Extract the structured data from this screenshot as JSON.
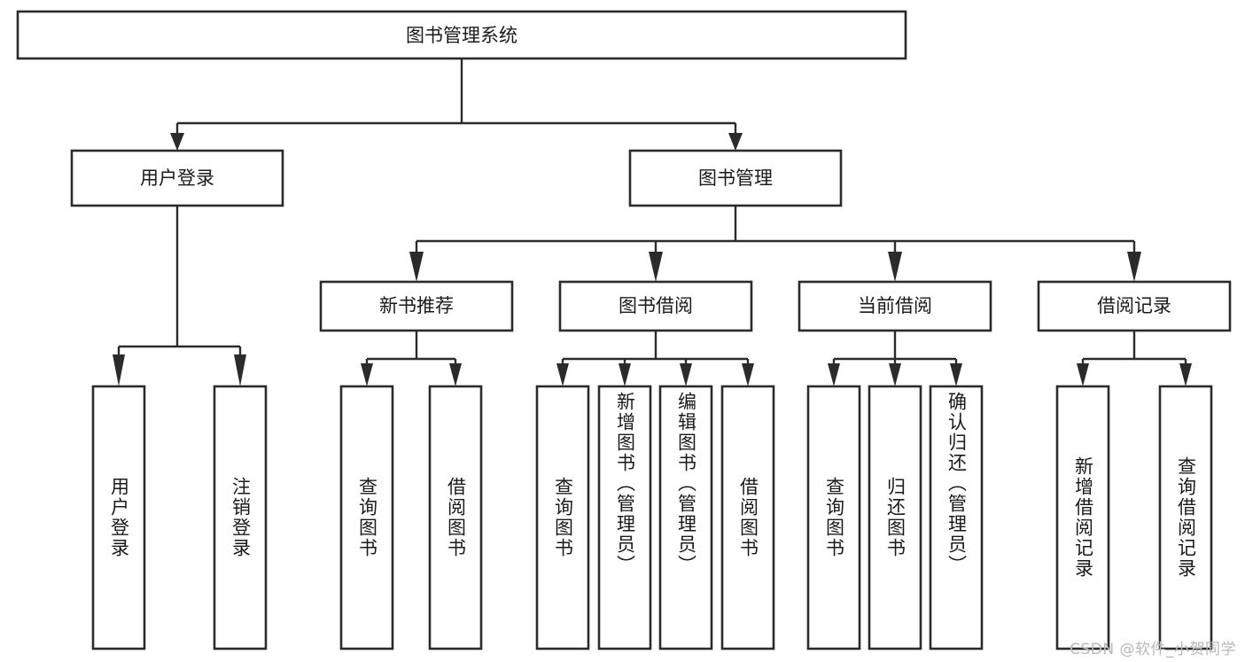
{
  "diagram": {
    "title": "图书管理系统",
    "type": "tree",
    "watermark": "CSDN @软件_小贺同学",
    "colors": {
      "stroke": "#2b2b2b",
      "fill": "#ffffff",
      "text": "#1a1a1a",
      "watermark": "#b8b8b8"
    },
    "root": {
      "label": "图书管理系统"
    },
    "level2": [
      {
        "label": "用户登录"
      },
      {
        "label": "图书管理"
      }
    ],
    "level3": [
      {
        "label": "新书推荐"
      },
      {
        "label": "图书借阅"
      },
      {
        "label": "当前借阅"
      },
      {
        "label": "借阅记录"
      }
    ],
    "leaves": {
      "user_login": [
        {
          "label": "用户登录"
        },
        {
          "label": "注销登录"
        }
      ],
      "new_book_recommend": [
        {
          "label": "查询图书"
        },
        {
          "label": "借阅图书"
        }
      ],
      "book_borrow": [
        {
          "label": "查询图书"
        },
        {
          "label": "新增图书（管理员）"
        },
        {
          "label": "编辑图书（管理员）"
        },
        {
          "label": "借阅图书"
        }
      ],
      "current_borrow": [
        {
          "label": "查询图书"
        },
        {
          "label": "归还图书"
        },
        {
          "label": "确认归还（管理员）"
        }
      ],
      "borrow_record": [
        {
          "label": "新增借阅记录"
        },
        {
          "label": "查询借阅记录"
        }
      ]
    }
  }
}
